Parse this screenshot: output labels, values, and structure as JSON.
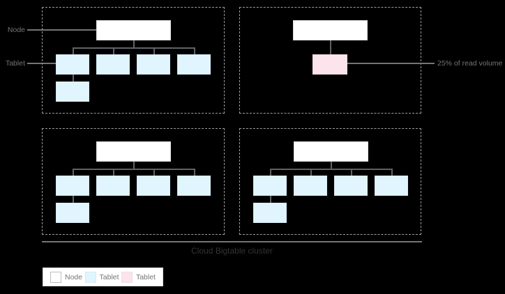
{
  "annotations": {
    "node_label": "Node",
    "tablet_label": "Tablet",
    "read_volume_label": "25% of read volume"
  },
  "cluster": {
    "caption": "Cloud Bigtable cluster",
    "quadrants": [
      {
        "position": "top-left",
        "type": "full",
        "node_count": 1,
        "tablet_count": 5,
        "hot_tablet": false
      },
      {
        "position": "top-right",
        "type": "single",
        "node_count": 1,
        "tablet_count": 1,
        "hot_tablet": true
      },
      {
        "position": "bottom-left",
        "type": "full",
        "node_count": 1,
        "tablet_count": 5,
        "hot_tablet": false
      },
      {
        "position": "bottom-right",
        "type": "full",
        "node_count": 1,
        "tablet_count": 5,
        "hot_tablet": false
      }
    ]
  },
  "legend": {
    "items": [
      {
        "label": "Node",
        "color": "#ffffff"
      },
      {
        "label": "Tablet",
        "color": "#e1f5fe"
      },
      {
        "label": "Tablet",
        "color": "#fce4ec"
      }
    ]
  },
  "colors": {
    "background": "#000000",
    "node_fill": "#ffffff",
    "tablet_fill": "#e1f5fe",
    "hot_tablet_fill": "#fce4ec",
    "connector": "#5f6368",
    "dashed_border": "#9e9e9e",
    "leader_line": "#757575",
    "label_text": "#757575",
    "caption_text": "#333333"
  }
}
